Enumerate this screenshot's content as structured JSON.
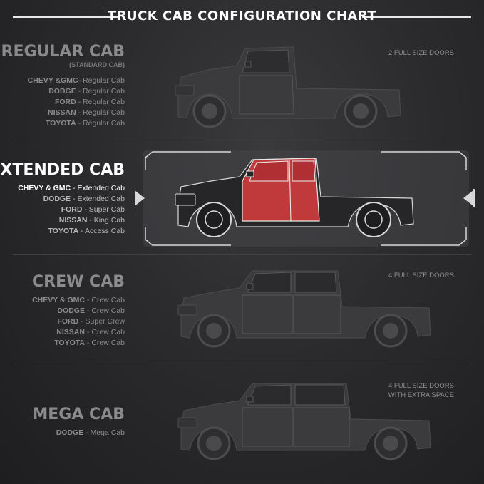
{
  "title": "TRUCK CAB CONFIGURATION CHART",
  "colors": {
    "highlight": "#c0393b",
    "truck_body": "#3a3a3c",
    "outline": "#555558"
  },
  "sections": [
    {
      "name": "REGULAR CAB",
      "subtitle": "(STANDARD CAB)",
      "doors": "2 FULL SIZE DOORS",
      "brands": [
        {
          "brand": "CHEVY &GMC-",
          "model": " Regular Cab"
        },
        {
          "brand": "DODGE",
          "model": " - Regular Cab"
        },
        {
          "brand": "FORD",
          "model": " - Regular Cab"
        },
        {
          "brand": "NISSAN",
          "model": " - Regular Cab"
        },
        {
          "brand": "TOYOTA",
          "model": " - Regular Cab"
        }
      ]
    },
    {
      "name": "EXTENDED CAB",
      "brands": [
        {
          "brand": "CHEVY & GMC",
          "model": " - Extended Cab"
        },
        {
          "brand": "DODGE",
          "model": " - Extended Cab"
        },
        {
          "brand": "FORD",
          "model": " - Super Cab"
        },
        {
          "brand": "NISSAN",
          "model": " - King Cab"
        },
        {
          "brand": "TOYOTA",
          "model": " - Access Cab"
        }
      ]
    },
    {
      "name": "CREW CAB",
      "doors": "4 FULL SIZE DOORS",
      "brands": [
        {
          "brand": "CHEVY & GMC",
          "model": " - Crew Cab"
        },
        {
          "brand": "DODGE",
          "model": " - Crew Cab"
        },
        {
          "brand": "FORD",
          "model": " - Super Crew"
        },
        {
          "brand": "NISSAN",
          "model": " - Crew Cab"
        },
        {
          "brand": "TOYOTA",
          "model": " - Crew Cab"
        }
      ]
    },
    {
      "name": "MEGA CAB",
      "doors_line1": "4 FULL SIZE DOORS",
      "doors_line2": "WITH EXTRA SPACE",
      "brands": [
        {
          "brand": "DODGE",
          "model": " - Mega Cab"
        }
      ]
    }
  ]
}
